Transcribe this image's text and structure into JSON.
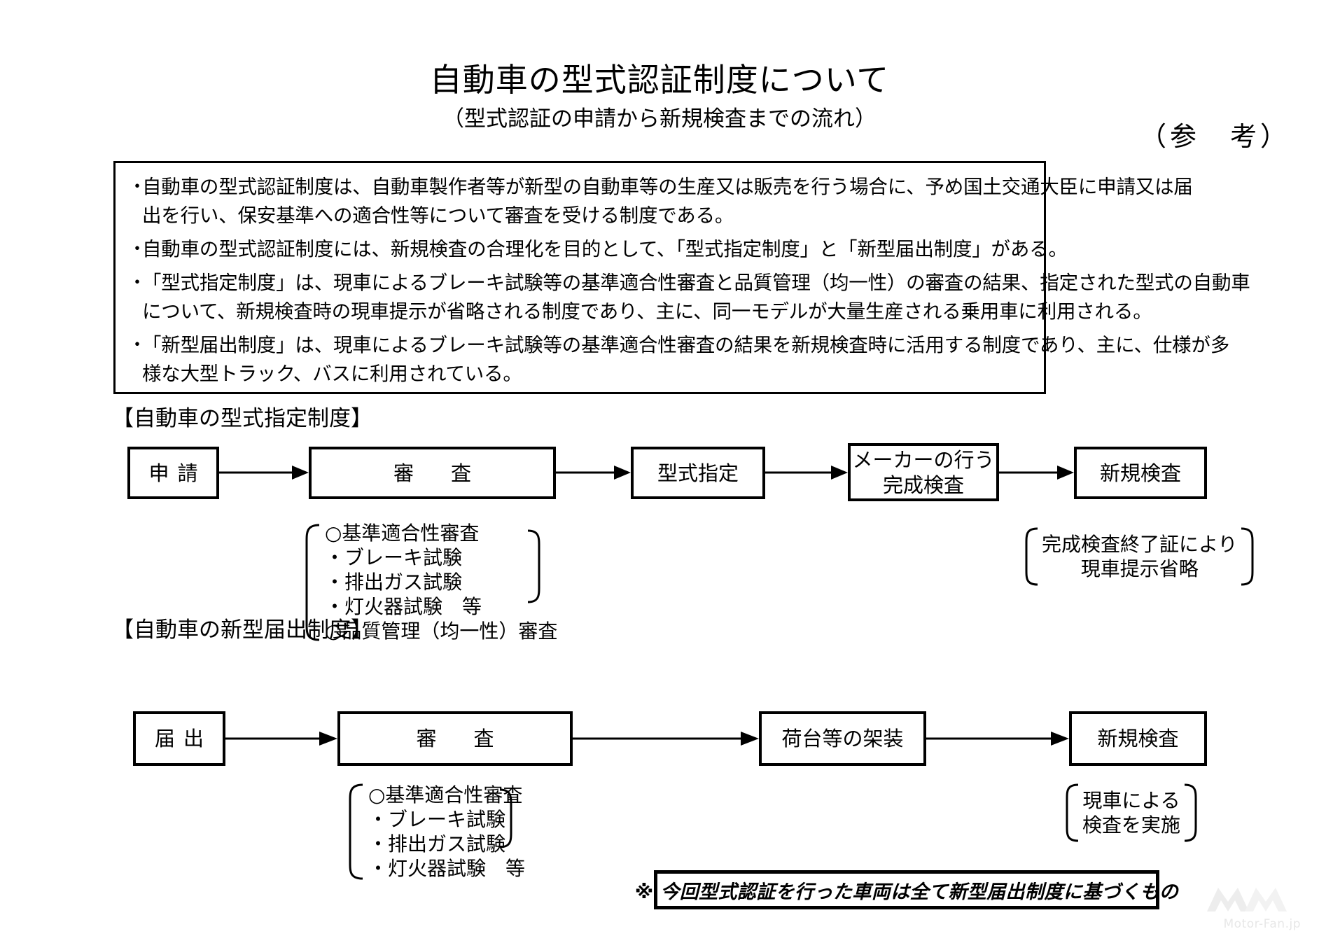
{
  "header": {
    "title": "自動車の型式認証制度について",
    "subtitle": "（型式認証の申請から新規検査までの流れ）",
    "reference_tag": "（参　考）"
  },
  "description": {
    "bullet_marker": "・",
    "bullets": [
      {
        "lines": [
          "自動車の型式認証制度は、自動車製作者等が新型の自動車等の生産又は販売を行う場合に、予め国土交通大臣に申請又は届",
          "出を行い、保安基準への適合性等について審査を受ける制度である。"
        ]
      },
      {
        "lines": [
          "自動車の型式認証制度には、新規検査の合理化を目的として、「型式指定制度」と「新型届出制度」がある。"
        ]
      },
      {
        "lines": [
          "「型式指定制度」は、現車によるブレーキ試験等の基準適合性審査と品質管理（均一性）の審査の結果、指定された型式の自動車",
          "について、新規検査時の現車提示が省略される制度であり、主に、同一モデルが大量生産される乗用車に利用される。"
        ]
      },
      {
        "lines": [
          "「新型届出制度」は、現車によるブレーキ試験等の基準適合性審査の結果を新規検査時に活用する制度であり、主に、仕様が多",
          "様な大型トラック、バスに利用されている。"
        ]
      }
    ]
  },
  "flow_designation": {
    "heading": "【自動車の型式指定制度】",
    "boxes": {
      "apply": "申請",
      "examination": "審　査",
      "designation": "型式指定",
      "maker_inspection_line1": "メーカーの行う",
      "maker_inspection_line2": "完成検査",
      "new_registration": "新規検査"
    },
    "examination_note": [
      "○基準適合性審査",
      "・ブレーキ試験",
      "・排出ガス試験",
      "・灯火器試験　等",
      "○品質管理（均一性）審査"
    ],
    "registration_note": [
      "完成検査終了証により",
      "現車提示省略"
    ]
  },
  "flow_notification": {
    "heading": "【自動車の新型届出制度】",
    "boxes": {
      "notification": "届出",
      "examination": "審　査",
      "body_mounting": "荷台等の架装",
      "new_registration": "新規検査"
    },
    "examination_note": [
      "○基準適合性審査",
      "・ブレーキ試験",
      "・排出ガス試験",
      "・灯火器試験　等"
    ],
    "registration_note": [
      "現車による",
      "検査を実施"
    ]
  },
  "bottom_note": {
    "text": "※ 今回型式認証を行った車両は全て新型届出制度に基づくもの"
  },
  "watermark": {
    "label": "Motor-Fan.jp"
  }
}
